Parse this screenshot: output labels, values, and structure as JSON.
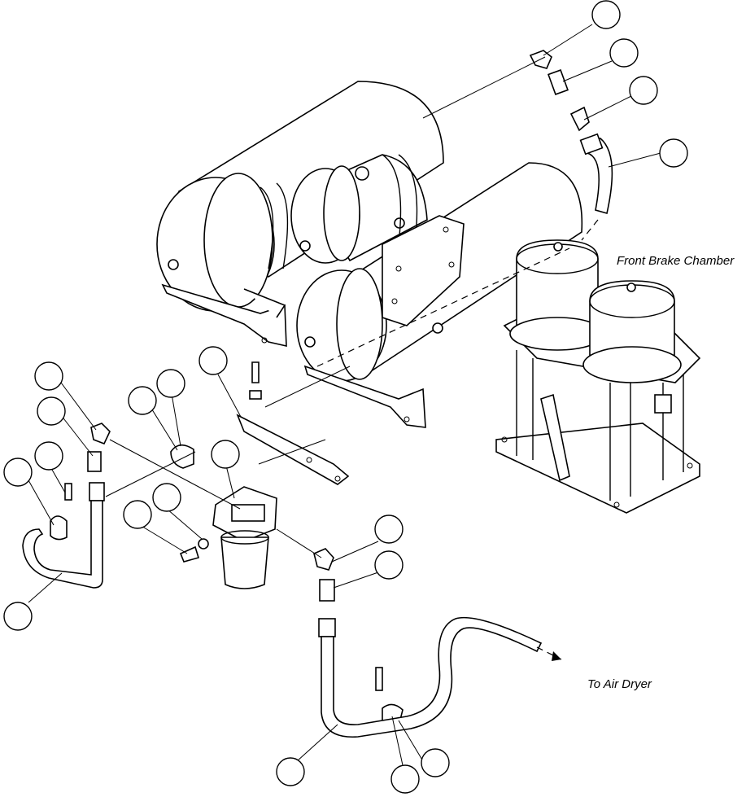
{
  "diagram": {
    "labels": {
      "front_brake_chamber": "Front Brake Chamber",
      "to_air_dryer": "To Air Dryer"
    },
    "callout_count": 20
  }
}
